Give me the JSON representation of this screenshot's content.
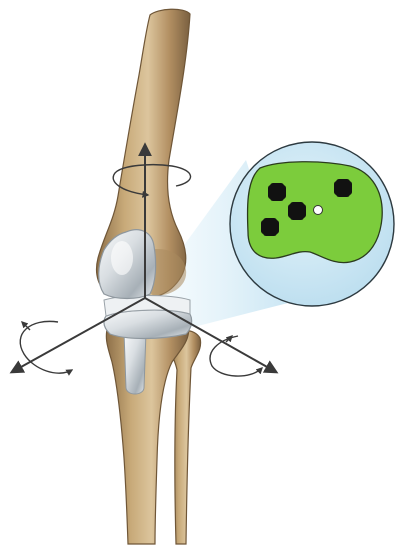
{
  "figure": {
    "colors": {
      "background": "#ffffff",
      "bone": "#b99a6e",
      "bone_dark": "#8d7049",
      "bone_light": "#d8c29a",
      "implant_metal": "#c9cfd4",
      "implant_highlight": "#f3f6f8",
      "magnifier_fill": "#cfe8f3",
      "magnifier_cone": "#d7ecf6",
      "tray_green": "#7ccc3c",
      "marker_black": "#111111",
      "marker_center": "#ffffff",
      "axis_line": "#3a3a3a"
    },
    "icons": [
      "femur",
      "tibia",
      "fibula",
      "femoral-component",
      "tibial-tray",
      "tibial-stem",
      "magnifier-circle",
      "tray-outline",
      "sensor-marker",
      "center-marker",
      "vertical-axis-arrow",
      "left-axis-arrow",
      "right-axis-arrow",
      "rotation-arrow"
    ]
  }
}
